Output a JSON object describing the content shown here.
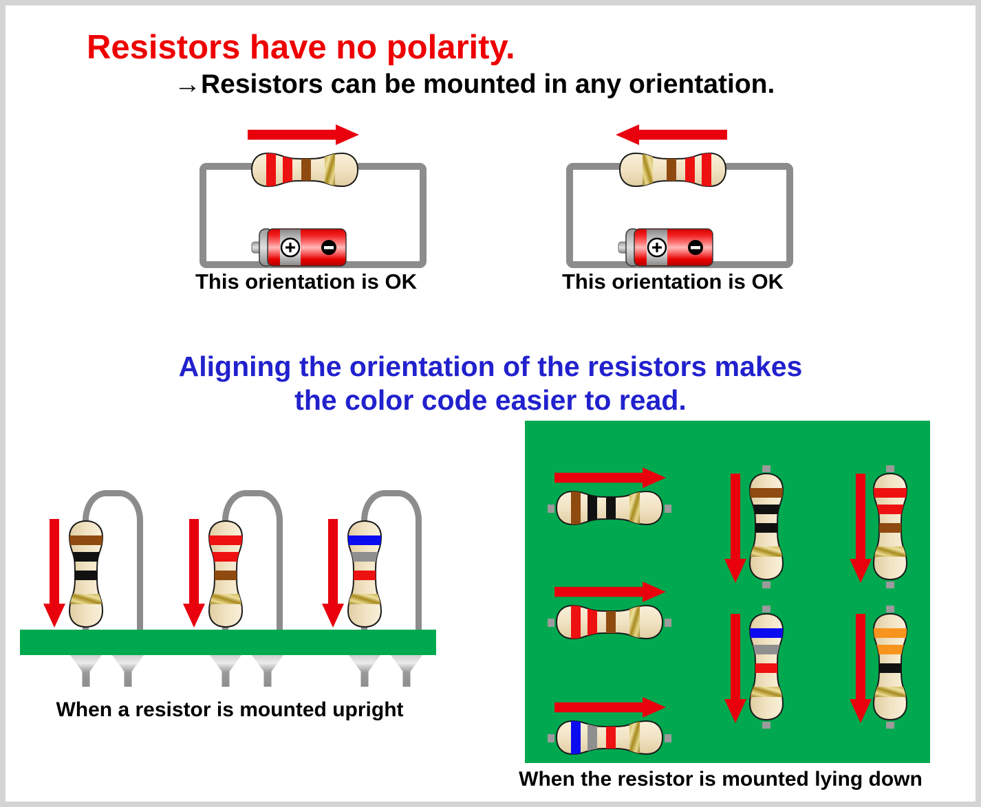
{
  "palette": {
    "page_border": "#d4d4d4",
    "board_green": "#00a94f",
    "arrow_red": "#e8000d",
    "title_red": "#ee0000",
    "heading_blue": "#2121cd",
    "wire_gray": "#8c8c8c",
    "lead_gray": "#9b9b9b",
    "resistor_body": "#f1e3c3",
    "red": "#ee1111",
    "brown": "#8f4a10",
    "black": "#111111",
    "blue": "#0b0bf0",
    "gray": "#8f8f8f",
    "orange": "#f7941d",
    "gold": "gold"
  },
  "header": {
    "title": "Resistors have no polarity.",
    "subtitle": "→Resistors can be mounted in any orientation."
  },
  "circuit_left": {
    "arrow_direction": "right",
    "resistor": {
      "bands": [
        "red",
        "red",
        "brown",
        "gold"
      ]
    },
    "battery": {
      "positive": "+",
      "negative": "−"
    },
    "caption": "This orientation is OK"
  },
  "circuit_right": {
    "arrow_direction": "left",
    "resistor": {
      "bands": [
        "gold",
        "brown",
        "red",
        "red"
      ],
      "mirrored": true
    },
    "battery": {
      "positive": "+",
      "negative": "−"
    },
    "caption": "This orientation is OK"
  },
  "middle_heading": {
    "line1": "Aligning the orientation of the resistors makes",
    "line2": "the color code easier to read."
  },
  "upright_section": {
    "caption": "When a resistor is mounted upright",
    "arrow_direction": "down",
    "resistors": [
      {
        "bands": [
          "brown",
          "black",
          "black",
          "gold"
        ]
      },
      {
        "bands": [
          "red",
          "red",
          "brown",
          "gold"
        ]
      },
      {
        "bands": [
          "blue",
          "gray",
          "red",
          "gold"
        ]
      }
    ]
  },
  "lying_section": {
    "caption": "When the resistor is mounted lying down",
    "horizontal": [
      {
        "bands": [
          "brown",
          "black",
          "black",
          "gold"
        ],
        "arrow_direction": "right"
      },
      {
        "bands": [
          "red",
          "red",
          "brown",
          "gold"
        ],
        "arrow_direction": "right"
      },
      {
        "bands": [
          "blue",
          "gray",
          "red",
          "gold"
        ],
        "arrow_direction": "right"
      }
    ],
    "vertical": [
      {
        "bands": [
          "brown",
          "black",
          "black",
          "gold"
        ],
        "arrow_direction": "down"
      },
      {
        "bands": [
          "blue",
          "gray",
          "red",
          "gold"
        ],
        "arrow_direction": "down"
      },
      {
        "bands": [
          "red",
          "red",
          "brown",
          "gold"
        ],
        "arrow_direction": "down"
      },
      {
        "bands": [
          "orange",
          "orange",
          "black",
          "gold"
        ],
        "arrow_direction": "down"
      }
    ]
  }
}
